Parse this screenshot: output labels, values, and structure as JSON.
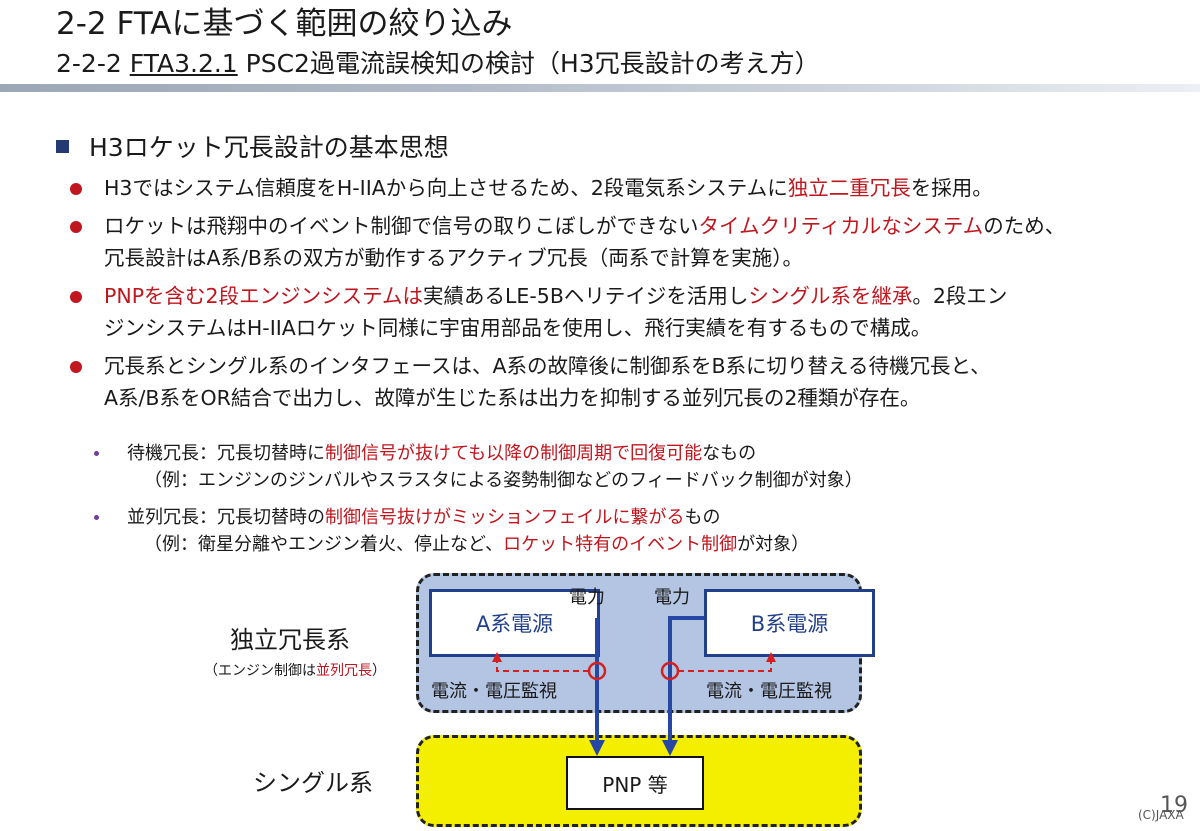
{
  "header": {
    "title": "2-2 FTAに基づく範囲の絞り込み",
    "sub_prefix": "2-2-2 ",
    "sub_underlined": "FTA3.2.1",
    "sub_rest": " PSC2過電流誤検知の検討（H3冗長設計の考え方）"
  },
  "section": {
    "title": "H3ロケット冗長設計の基本思想"
  },
  "bullets": [
    {
      "l1_a": "H3ではシステム信頼度をH-IIAから向上させるため、2段電気系システムに",
      "l1_red": "独立二重冗長",
      "l1_b": "を採用。"
    },
    {
      "l1_a": "ロケットは飛翔中のイベント制御で信号の取りこぼしができない",
      "l1_red": "タイムクリティカルなシステム",
      "l1_b": "のため、",
      "l2": "冗長設計はA系/B系の双方が動作するアクティブ冗長（両系で計算を実施）。"
    },
    {
      "l1_red1": "PNPを含む2段エンジンシステムは",
      "l1_mid": "実績あるLE-5Bヘリテイジを活用し",
      "l1_red2": "シングル系を継承",
      "l1_end": "。2段エン",
      "l2": "ジンシステムはH-IIAロケット同様に宇宙用部品を使用し、飛行実績を有するもので構成。"
    },
    {
      "l1": "冗長系とシングル系のインタフェースは、A系の故障後に制御系をB系に切り替える待機冗長と、",
      "l2": "A系/B系をOR結合で出力し、故障が生じた系は出力を抑制する並列冗長の2種類が存在。"
    }
  ],
  "subs": [
    {
      "l1_a": "待機冗長：冗長切替時に",
      "l1_red": "制御信号が抜けても以降の制御周期で回復可能",
      "l1_b": "なもの",
      "l2": "（例：エンジンのジンバルやスラスタによる姿勢制御などのフィードバック制御が対象）"
    },
    {
      "l1_a": "並列冗長：冗長切替時の",
      "l1_red": "制御信号抜けがミッションフェイルに繋がる",
      "l1_b": "もの",
      "l2_a": "（例：衛星分離やエンジン着火、停止など、",
      "l2_red": "ロケット特有のイベント制御",
      "l2_b": "が対象）"
    }
  ],
  "diagram": {
    "independent_label": "独立冗長系",
    "independent_note_a": "（エンジン制御は",
    "independent_note_red": "並列冗長",
    "independent_note_b": "）",
    "psu_a": "A系電源",
    "psu_b": "B系電源",
    "power_a": "電力",
    "power_b": "電力",
    "monitor_a": "電流・電圧監視",
    "monitor_b": "電流・電圧監視",
    "single_label": "シングル系",
    "pnp_label": "PNP 等"
  },
  "footer": {
    "page": "19",
    "copyright": "(C)JAXA"
  },
  "colors": {
    "accent_red": "#c0161e",
    "bullet_square": "#243a73",
    "independent_bg": "#b4c5e3",
    "single_bg": "#f4ee00",
    "power_line": "#2747a5",
    "monitor_line": "#d42020"
  }
}
